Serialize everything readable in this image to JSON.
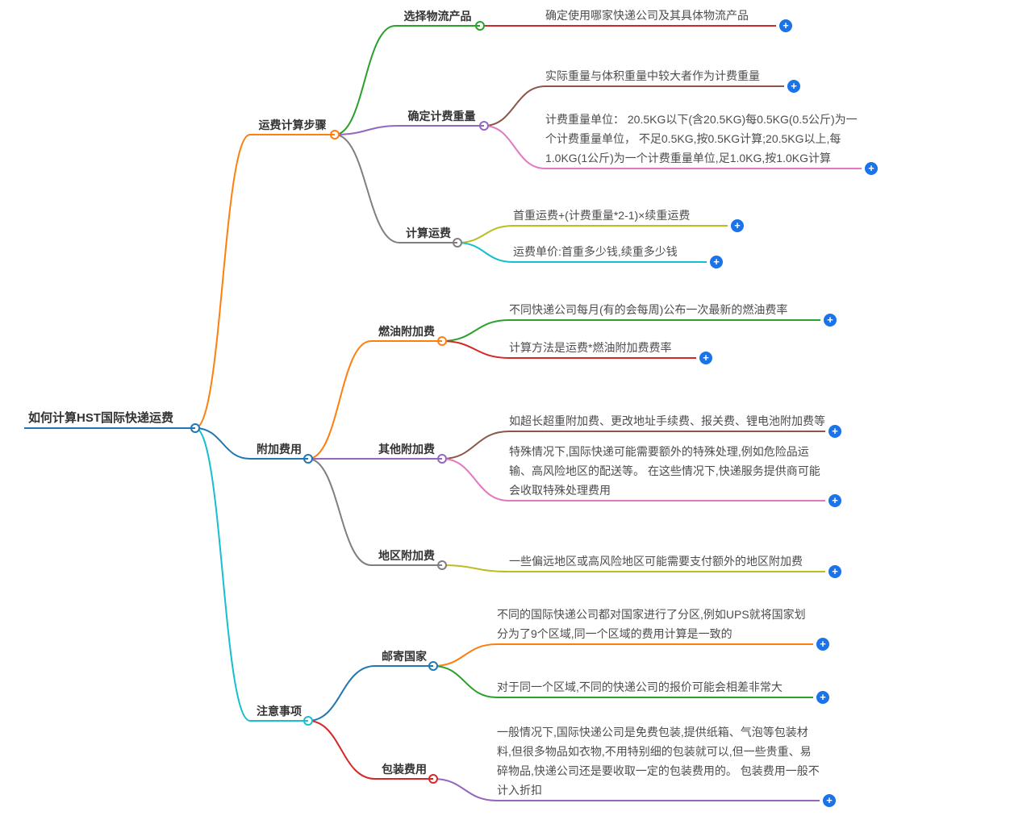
{
  "palette": {
    "blue": "#1f77b4",
    "orange": "#ff7f0e",
    "green": "#2ca02c",
    "red": "#d62728",
    "purple": "#9467bd",
    "brown": "#8c564b",
    "pink": "#e377c2",
    "gray": "#7f7f7f",
    "olive": "#bcbd22",
    "cyan": "#17becf",
    "expand_button": "#1a73e8"
  },
  "expand_icon": "+",
  "root": {
    "label": "如何计算HST国际快递运费",
    "color": "blue"
  },
  "branches": [
    {
      "label": "运费计算步骤",
      "color": "orange",
      "children": [
        {
          "label": "选择物流产品",
          "color": "green",
          "leaves": [
            {
              "text": "确定使用哪家快递公司及其具体物流产品",
              "color": "red"
            }
          ]
        },
        {
          "label": "确定计费重量",
          "color": "purple",
          "leaves": [
            {
              "text": "实际重量与体积重量中较大者作为计费重量",
              "color": "brown"
            },
            {
              "text": "计费重量单位： 20.5KG以下(含20.5KG)每0.5KG(0.5公斤)为一个计费重量单位， 不足0.5KG,按0.5KG计算;20.5KG以上,每1.0KG(1公斤)为一个计费重量单位,足1.0KG,按1.0KG计算",
              "color": "pink"
            }
          ]
        },
        {
          "label": "计算运费",
          "color": "gray",
          "leaves": [
            {
              "text": "首重运费+(计费重量*2-1)×续重运费",
              "color": "olive"
            },
            {
              "text": "运费单价:首重多少钱,续重多少钱",
              "color": "cyan"
            }
          ]
        }
      ]
    },
    {
      "label": "附加费用",
      "color": "blue",
      "children": [
        {
          "label": "燃油附加费",
          "color": "orange",
          "leaves": [
            {
              "text": "不同快递公司每月(有的会每周)公布一次最新的燃油费率",
              "color": "green"
            },
            {
              "text": "计算方法是运费*燃油附加费费率",
              "color": "red"
            }
          ]
        },
        {
          "label": "其他附加费",
          "color": "purple",
          "leaves": [
            {
              "text": "如超长超重附加费、更改地址手续费、报关费、锂电池附加费等",
              "color": "brown"
            },
            {
              "text": "特殊情况下,国际快递可能需要额外的特殊处理,例如危险品运输、高风险地区的配送等。 在这些情况下,快递服务提供商可能会收取特殊处理费用",
              "color": "pink"
            }
          ]
        },
        {
          "label": "地区附加费",
          "color": "gray",
          "leaves": [
            {
              "text": "一些偏远地区或高风险地区可能需要支付额外的地区附加费",
              "color": "olive"
            }
          ]
        }
      ]
    },
    {
      "label": "注意事项",
      "color": "cyan",
      "children": [
        {
          "label": "邮寄国家",
          "color": "blue",
          "leaves": [
            {
              "text": "不同的国际快递公司都对国家进行了分区,例如UPS就将国家划分为了9个区域,同一个区域的费用计算是一致的",
              "color": "orange"
            },
            {
              "text": "对于同一个区域,不同的快递公司的报价可能会相差非常大",
              "color": "green"
            }
          ]
        },
        {
          "label": "包装费用",
          "color": "red",
          "leaves": [
            {
              "text": "一般情况下,国际快递公司是免费包装,提供纸箱、气泡等包装材料,但很多物品如衣物,不用特别细的包装就可以,但一些贵重、易碎物品,快递公司还是要收取一定的包装费用的。 包装费用一般不计入折扣",
              "color": "purple"
            }
          ]
        }
      ]
    }
  ]
}
